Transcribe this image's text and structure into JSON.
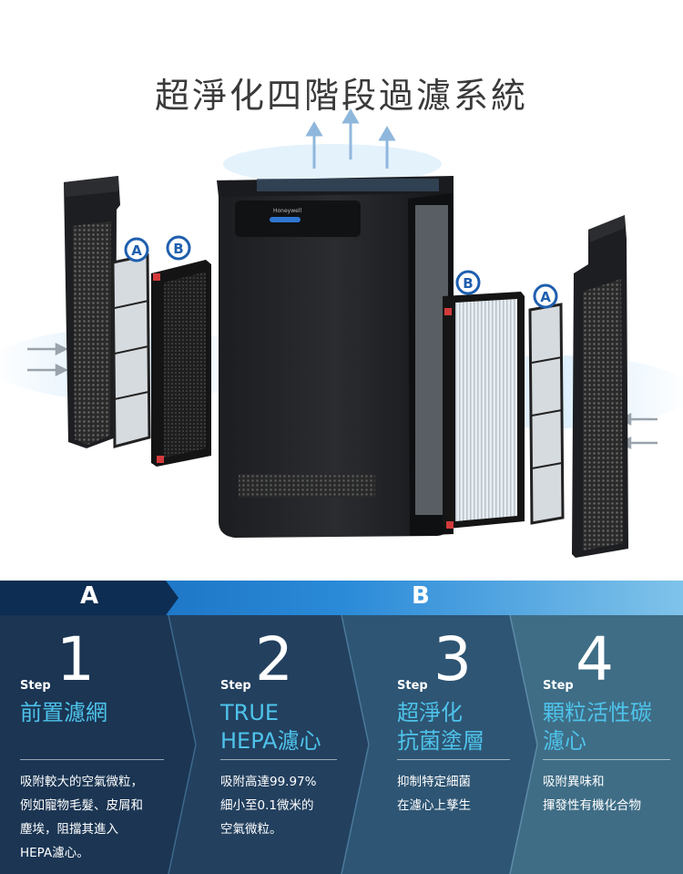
{
  "hero": {
    "title": "超淨化四階段過濾系統",
    "bubbles": [
      "A",
      "B",
      "B",
      "A"
    ],
    "brand": "Honeywell"
  },
  "header": {
    "section_a": "A",
    "section_b": "B"
  },
  "steps": [
    {
      "word": "Step",
      "number": "1",
      "name_lines": [
        "前置濾網"
      ],
      "desc_lines": [
        "吸附較大的空氣微粒，",
        "例如寵物毛髮、皮屑和",
        "塵埃，阻擋其進入",
        "HEPA濾心。"
      ]
    },
    {
      "word": "Step",
      "number": "2",
      "name_lines": [
        "TRUE",
        "HEPA濾心"
      ],
      "desc_lines": [
        "吸附高達99.97%",
        "細小至0.1微米的",
        "空氣微粒。"
      ]
    },
    {
      "word": "Step",
      "number": "3",
      "name_lines": [
        "超淨化",
        "抗菌塗層"
      ],
      "desc_lines": [
        "抑制特定細菌",
        "在濾心上孳生"
      ]
    },
    {
      "word": "Step",
      "number": "4",
      "name_lines": [
        "顆粒活性碳",
        "濾心"
      ],
      "desc_lines": [
        "吸附異味和",
        "揮發性有機化合物"
      ]
    }
  ],
  "colors": {
    "step1_bg": "#1b3553",
    "step2_bg": "#23405f",
    "step3_bg": "#2e5573",
    "step4_bg": "#3f6d86",
    "accent_text": "#4ec3ea",
    "header_dark": "#0d2d52",
    "header_light": "#1a74c9"
  }
}
